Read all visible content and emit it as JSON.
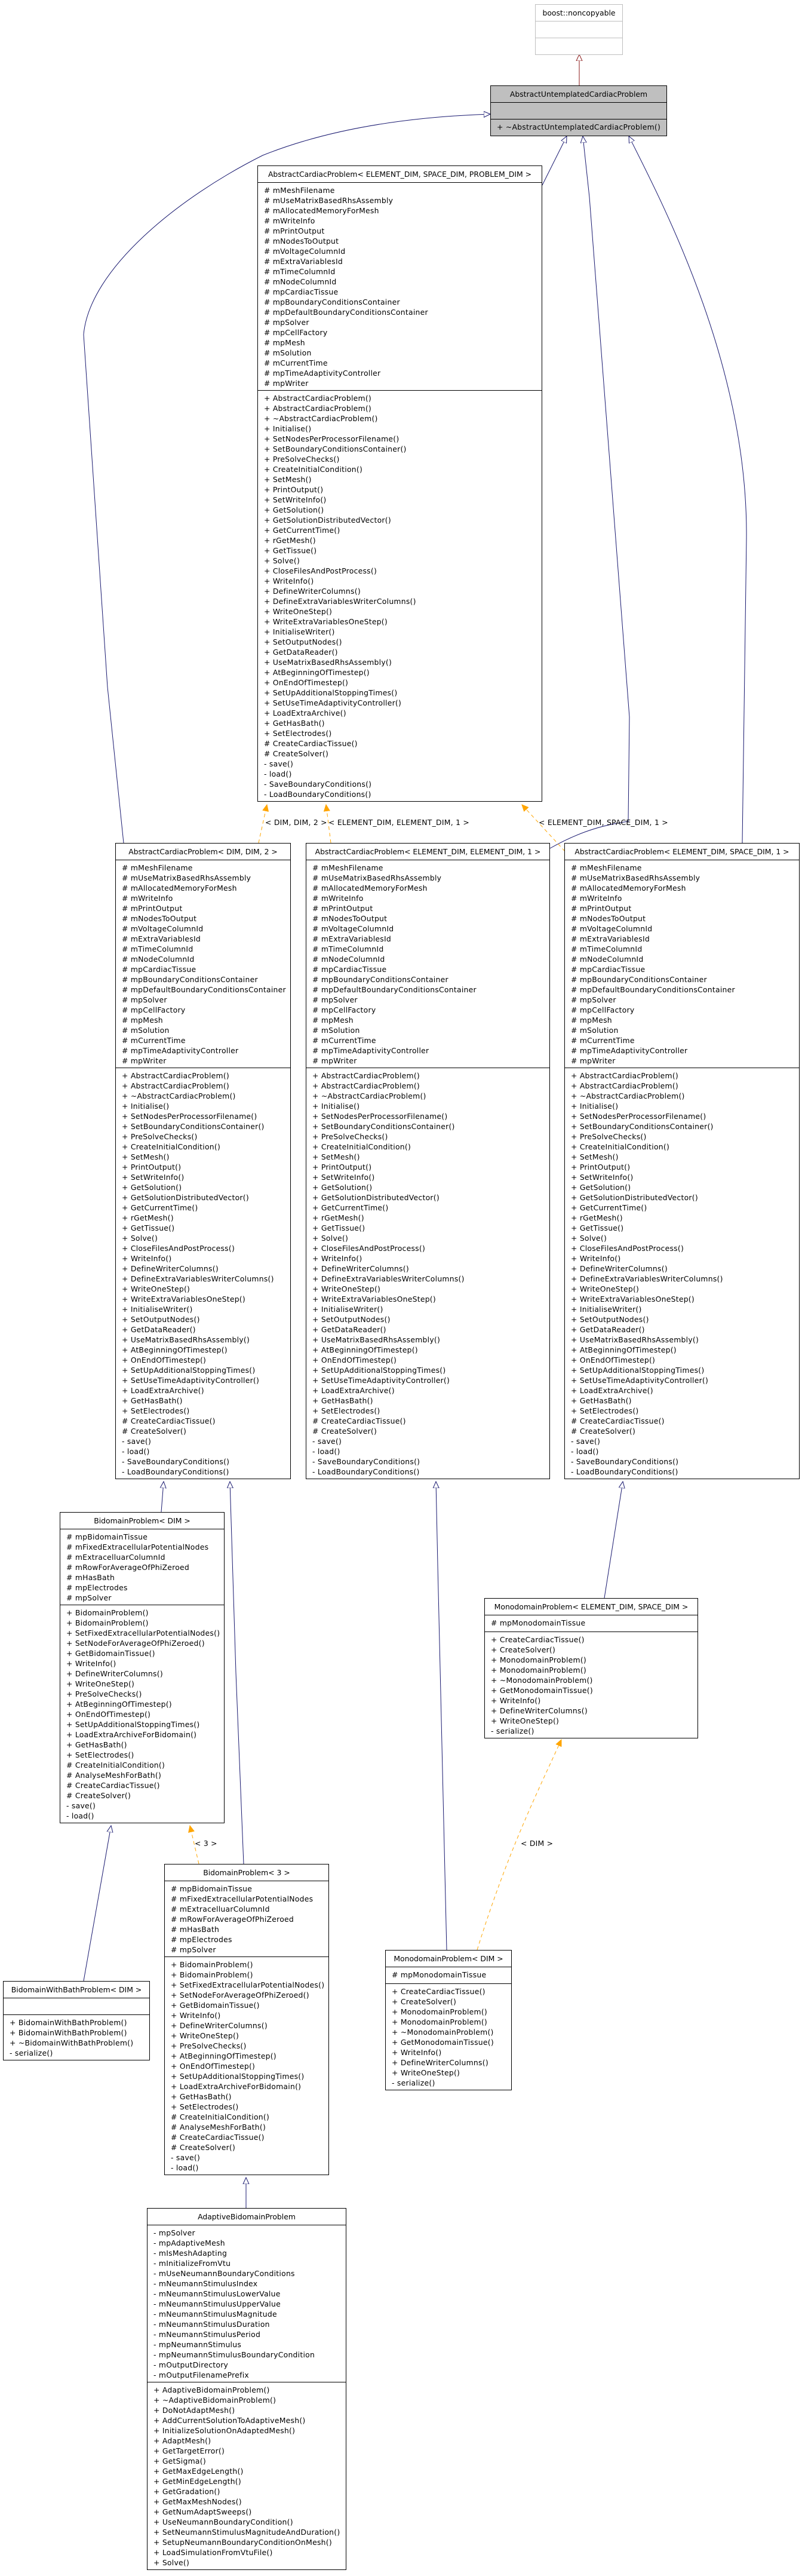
{
  "colors": {
    "inheritance_edge": "#191970",
    "template_edge": "#FFA500",
    "external_edge": "#8B1A1A",
    "focus_class_fill": "#BFBFBF",
    "external_class_border": "#BFBFBF"
  },
  "acp_members": {
    "attributes": [
      "# mMeshFilename",
      "# mUseMatrixBasedRhsAssembly",
      "# mAllocatedMemoryForMesh",
      "# mWriteInfo",
      "# mPrintOutput",
      "# mNodesToOutput",
      "# mVoltageColumnId",
      "# mExtraVariablesId",
      "# mTimeColumnId",
      "# mNodeColumnId",
      "# mpCardiacTissue",
      "# mpBoundaryConditionsContainer",
      "# mpDefaultBoundaryConditionsContainer",
      "# mpSolver",
      "# mpCellFactory",
      "# mpMesh",
      "# mSolution",
      "# mCurrentTime",
      "# mpTimeAdaptivityController",
      "# mpWriter"
    ],
    "methods": [
      "+ AbstractCardiacProblem()",
      "+ AbstractCardiacProblem()",
      "+ ~AbstractCardiacProblem()",
      "+ Initialise()",
      "+ SetNodesPerProcessorFilename()",
      "+ SetBoundaryConditionsContainer()",
      "+ PreSolveChecks()",
      "+ CreateInitialCondition()",
      "+ SetMesh()",
      "+ PrintOutput()",
      "+ SetWriteInfo()",
      "+ GetSolution()",
      "+ GetSolutionDistributedVector()",
      "+ GetCurrentTime()",
      "+ rGetMesh()",
      "+ GetTissue()",
      "+ Solve()",
      "+ CloseFilesAndPostProcess()",
      "+ WriteInfo()",
      "+ DefineWriterColumns()",
      "+ DefineExtraVariablesWriterColumns()",
      "+ WriteOneStep()",
      "+ WriteExtraVariablesOneStep()",
      "+ InitialiseWriter()",
      "+ SetOutputNodes()",
      "+ GetDataReader()",
      "+ UseMatrixBasedRhsAssembly()",
      "+ AtBeginningOfTimestep()",
      "+ OnEndOfTimestep()",
      "+ SetUpAdditionalStoppingTimes()",
      "+ SetUseTimeAdaptivityController()",
      "+ LoadExtraArchive()",
      "+ GetHasBath()",
      "+ SetElectrodes()",
      "# CreateCardiacTissue()",
      "# CreateSolver()",
      "- save()",
      "- load()",
      "- SaveBoundaryConditions()",
      "- LoadBoundaryConditions()"
    ]
  },
  "bidomain_members": {
    "attributes": [
      "# mpBidomainTissue",
      "# mFixedExtracellularPotentialNodes",
      "# mExtracelluarColumnId",
      "# mRowForAverageOfPhiZeroed",
      "# mHasBath",
      "# mpElectrodes",
      "# mpSolver"
    ],
    "methods": [
      "+ BidomainProblem()",
      "+ BidomainProblem()",
      "+ SetFixedExtracellularPotentialNodes()",
      "+ SetNodeForAverageOfPhiZeroed()",
      "+ GetBidomainTissue()",
      "+ WriteInfo()",
      "+ DefineWriterColumns()",
      "+ WriteOneStep()",
      "+ PreSolveChecks()",
      "+ AtBeginningOfTimestep()",
      "+ OnEndOfTimestep()",
      "+ SetUpAdditionalStoppingTimes()",
      "+ LoadExtraArchiveForBidomain()",
      "+ GetHasBath()",
      "+ SetElectrodes()",
      "# CreateInitialCondition()",
      "# AnalyseMeshForBath()",
      "# CreateCardiacTissue()",
      "# CreateSolver()",
      "- save()",
      "- load()"
    ]
  },
  "monodomain_members": {
    "attributes": [
      "# mpMonodomainTissue"
    ],
    "methods": [
      "+ CreateCardiacTissue()",
      "+ CreateSolver()",
      "+ MonodomainProblem()",
      "+ MonodomainProblem()",
      "+ ~MonodomainProblem()",
      "+ GetMonodomainTissue()",
      "+ WriteInfo()",
      "+ DefineWriterColumns()",
      "+ WriteOneStep()",
      "- serialize()"
    ]
  },
  "classes": {
    "noncopyable": {
      "title": "boost::noncopyable",
      "attributes": [],
      "methods": []
    },
    "untemplated": {
      "title": "AbstractUntemplatedCardiacProblem",
      "attributes": [],
      "methods": [
        "+ ~AbstractUntemplatedCardiacProblem()"
      ]
    },
    "acp_generic": {
      "title": "AbstractCardiacProblem< ELEMENT_DIM, SPACE_DIM, PROBLEM_DIM >",
      "members": "acp_members"
    },
    "acp_dim_dim_2": {
      "title": "AbstractCardiacProblem< DIM, DIM, 2 >",
      "members": "acp_members"
    },
    "acp_elem_elem_1": {
      "title": "AbstractCardiacProblem< ELEMENT_DIM, ELEMENT_DIM, 1 >",
      "members": "acp_members"
    },
    "acp_elem_space_1": {
      "title": "AbstractCardiacProblem< ELEMENT_DIM, SPACE_DIM, 1 >",
      "members": "acp_members"
    },
    "monodomain_generic": {
      "title": "MonodomainProblem< ELEMENT_DIM, SPACE_DIM >",
      "members": "monodomain_members"
    },
    "bidomain_dim": {
      "title": "BidomainProblem< DIM >",
      "members": "bidomain_members"
    },
    "bidomain_with_bath": {
      "title": "BidomainWithBathProblem< DIM >",
      "attributes": [],
      "methods": [
        "+ BidomainWithBathProblem()",
        "+ BidomainWithBathProblem()",
        "+ ~BidomainWithBathProblem()",
        "- serialize()"
      ]
    },
    "bidomain_3": {
      "title": "BidomainProblem< 3 >",
      "members": "bidomain_members"
    },
    "monodomain_dim": {
      "title": "MonodomainProblem< DIM >",
      "members": "monodomain_members"
    },
    "adaptive_bidomain": {
      "title": "AdaptiveBidomainProblem",
      "attributes": [
        "- mpSolver",
        "- mpAdaptiveMesh",
        "- mIsMeshAdapting",
        "- mInitializeFromVtu",
        "- mUseNeumannBoundaryConditions",
        "- mNeumannStimulusIndex",
        "- mNeumannStimulusLowerValue",
        "- mNeumannStimulusUpperValue",
        "- mNeumannStimulusMagnitude",
        "- mNeumannStimulusDuration",
        "- mNeumannStimulusPeriod",
        "- mpNeumannStimulus",
        "- mpNeumannStimulusBoundaryCondition",
        "- mOutputDirectory",
        "- mOutputFilenamePrefix"
      ],
      "methods": [
        "+ AdaptiveBidomainProblem()",
        "+ ~AdaptiveBidomainProblem()",
        "+ DoNotAdaptMesh()",
        "+ AddCurrentSolutionToAdaptiveMesh()",
        "+ InitializeSolutionOnAdaptedMesh()",
        "+ AdaptMesh()",
        "+ GetTargetError()",
        "+ GetSigma()",
        "+ GetMaxEdgeLength()",
        "+ GetMinEdgeLength()",
        "+ GetGradation()",
        "+ GetMaxMeshNodes()",
        "+ GetNumAdaptSweeps()",
        "+ UseNeumannBoundaryCondition()",
        "+ SetNeumannStimulusMagnitudeAndDuration()",
        "+ SetupNeumannBoundaryConditionOnMesh()",
        "+ LoadSimulationFromVtuFile()",
        "+ Solve()"
      ]
    }
  },
  "edge_labels": {
    "dim_dim_2": "< DIM, DIM, 2 >",
    "elem_elem_1": "< ELEMENT_DIM, ELEMENT_DIM, 1 >",
    "elem_space_1": "< ELEMENT_DIM, SPACE_DIM, 1 >",
    "three": "< 3 >",
    "dim": "< DIM >"
  }
}
